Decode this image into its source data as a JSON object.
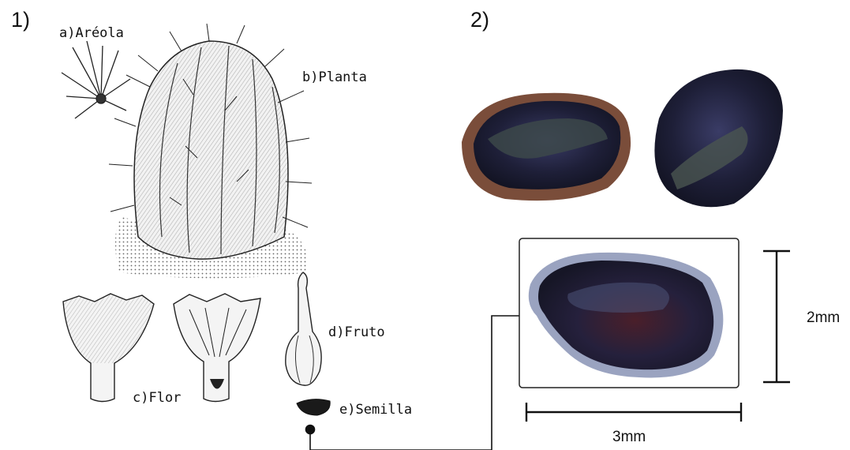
{
  "panels": {
    "left_label": "1)",
    "right_label": "2)"
  },
  "parts": {
    "areola": "a)Aréola",
    "planta": "b)Planta",
    "flor": "c)Flor",
    "fruto": "d)Fruto",
    "semilla": "e)Semilla"
  },
  "scale": {
    "height": "2mm",
    "width": "3mm"
  },
  "colors": {
    "ink": "#111111",
    "seed_dark": "#1c1d33",
    "seed_rim": "#6b4b3a"
  }
}
